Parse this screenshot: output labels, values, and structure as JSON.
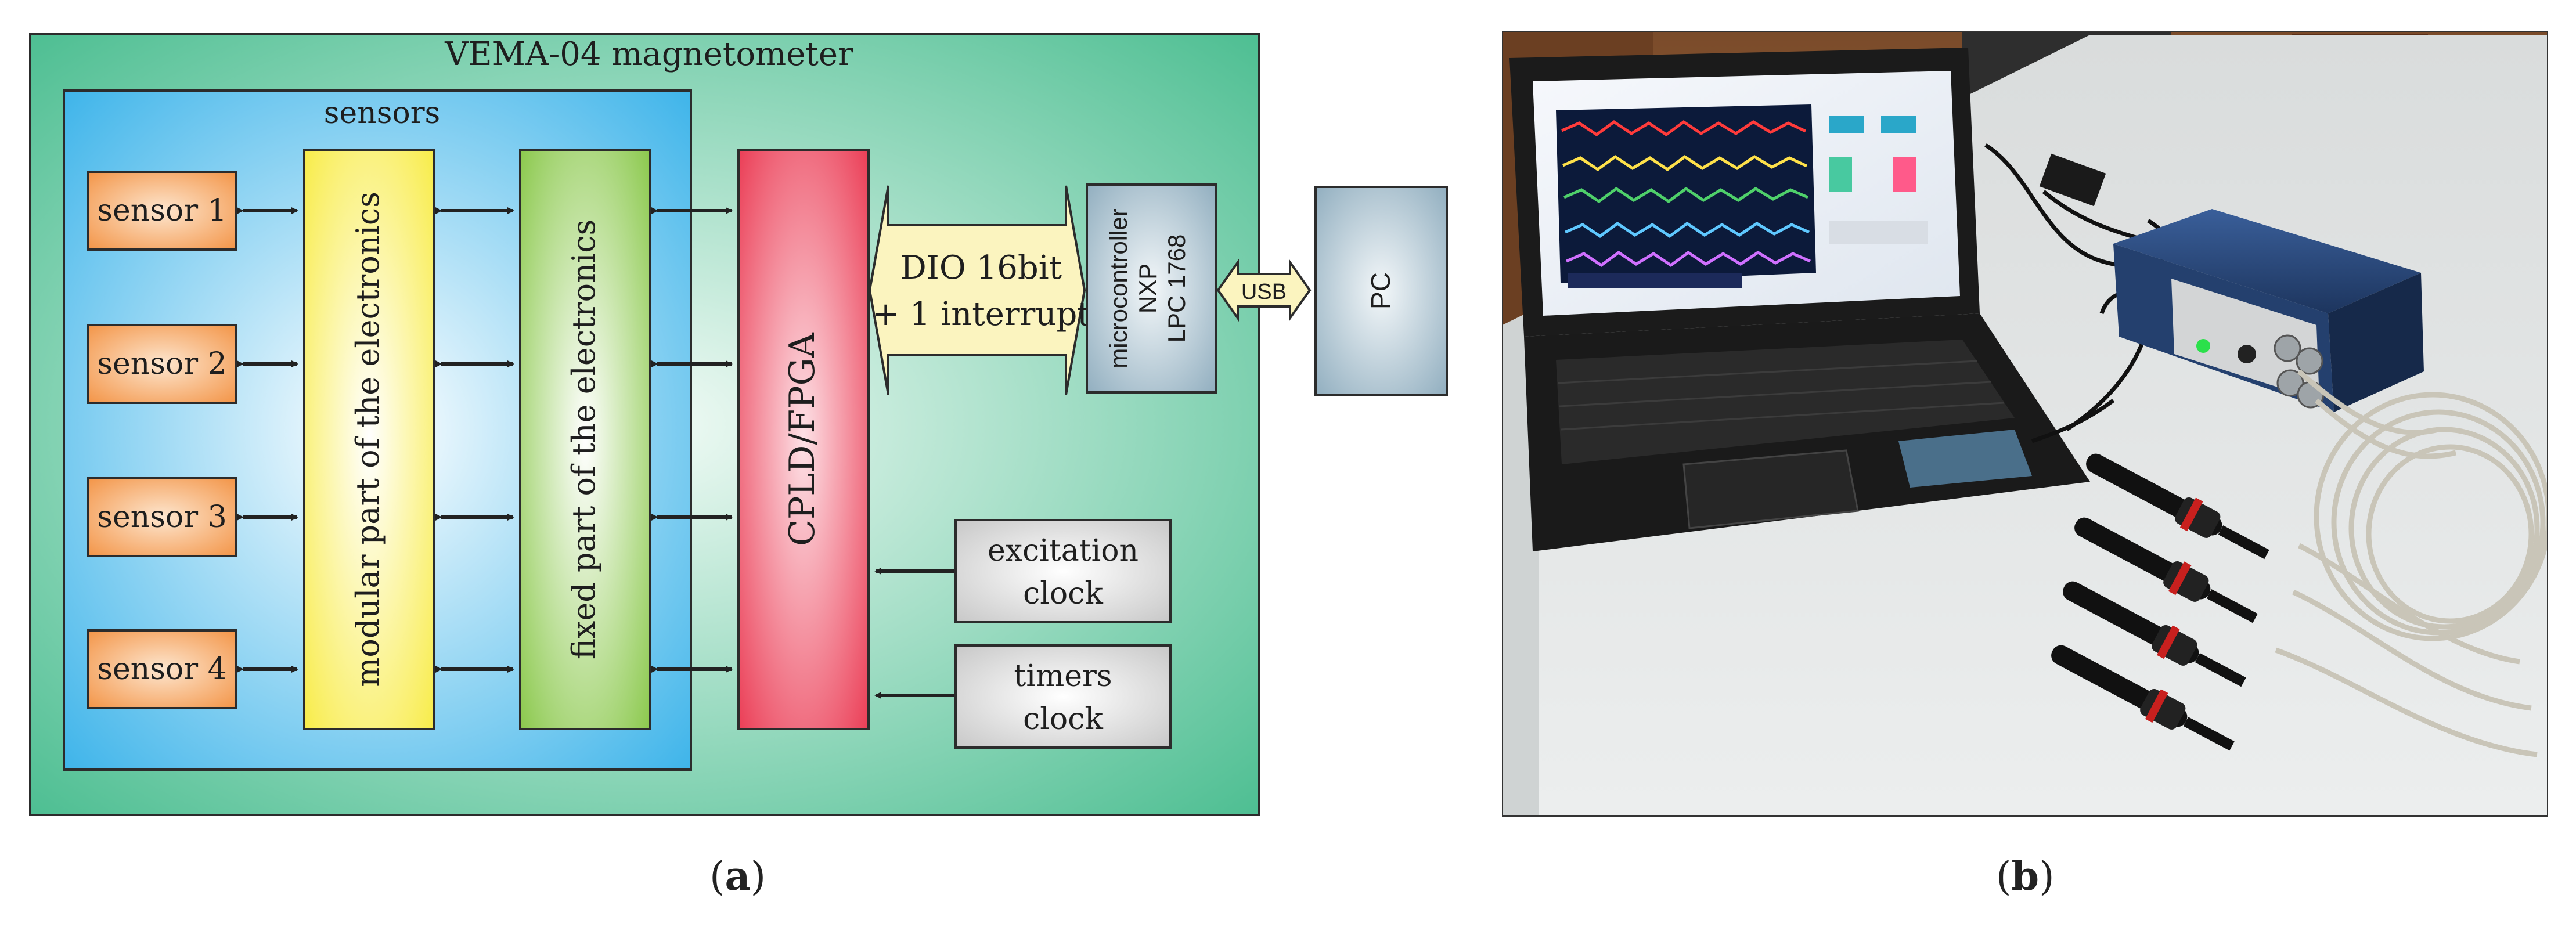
{
  "panel_a": {
    "outer_title": "VEMA-04 magnetometer",
    "sensors_title": "sensors",
    "sensors": [
      "sensor 1",
      "sensor 2",
      "sensor 3",
      "sensor 4"
    ],
    "modular_label": "modular part of the electronics",
    "fixed_label": "fixed part of the electronics",
    "cpld_label": "CPLD/FPGA",
    "dio_line1": "DIO 16bit",
    "dio_line2": "+ 1 interrupt",
    "mcu_line1": "microcontroller",
    "mcu_line2": "NXP",
    "mcu_line3": "LPC 1768",
    "usb_label": "USB",
    "pc_label": "PC",
    "excitation_line1": "excitation",
    "excitation_line2": "clock",
    "timers_line1": "timers",
    "timers_line2": "clock",
    "colors": {
      "outer": "#5cc39a",
      "sensors_box": "#5ec1ec",
      "sensor": "#f4a55c",
      "modular": "#fbf06a",
      "fixed": "#a3d368",
      "cpld": "#ee4a61",
      "mcu": "#a9c2d0",
      "dio": "#fbf4bf",
      "clock": "#d6d6d6"
    }
  },
  "panel_b": {
    "photo_subject": "laptop-with-magnetometer-electronics-and-four-sensors"
  },
  "captions": {
    "a_letter": "a",
    "b_letter": "b"
  }
}
